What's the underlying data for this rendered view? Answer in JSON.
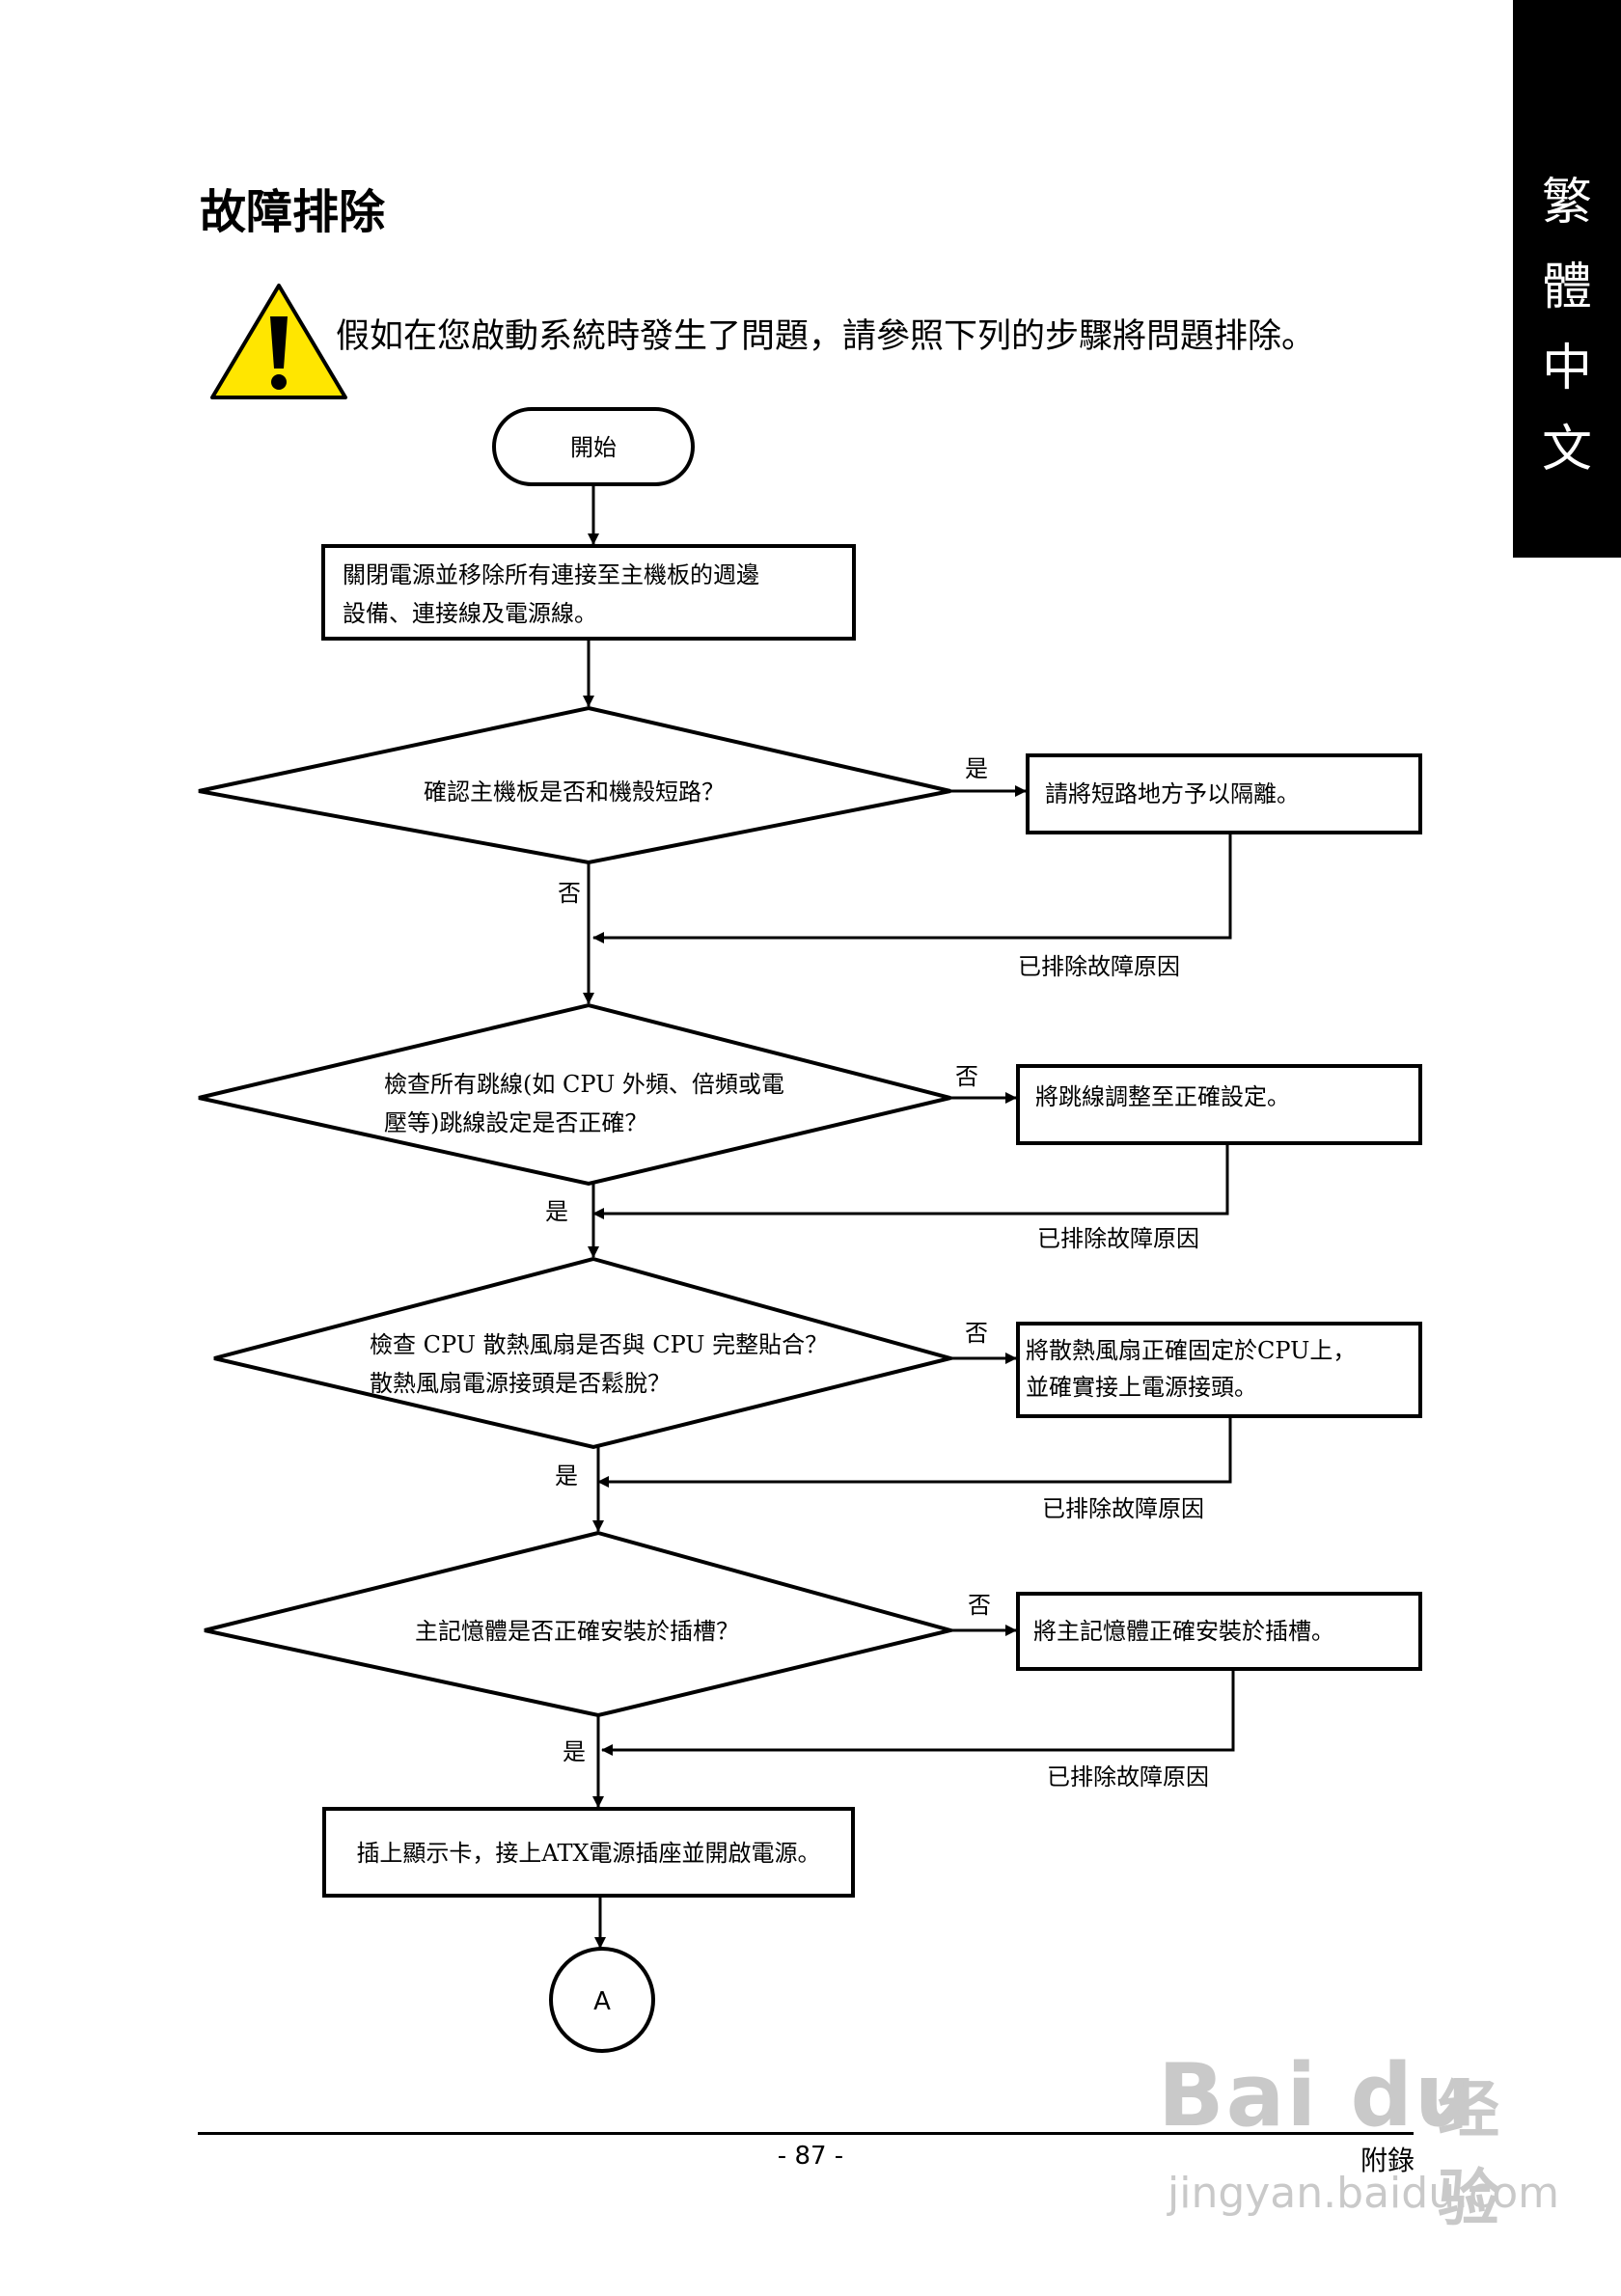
{
  "side_tab": [
    "繁",
    "體",
    "中",
    "文"
  ],
  "title": "故障排除",
  "intro": "假如在您啟動系統時發生了問題，請參照下列的步驟將問題排除。",
  "flow": {
    "start": "開始",
    "step1": [
      "關閉電源並移除所有連接至主機板的週邊",
      "設備、連接線及電源線。"
    ],
    "q1": "確認主機板是否和機殼短路？",
    "q1_yes": "是",
    "q1_no": "否",
    "a1": "請將短路地方予以隔離。",
    "fixed1": "已排除故障原因",
    "q2": [
      "檢查所有跳線(如 CPU 外頻、倍頻或電",
      "壓等)跳線設定是否正確？"
    ],
    "q2_no": "否",
    "q2_yes": "是",
    "a2": "將跳線調整至正確設定。",
    "fixed2": "已排除故障原因",
    "q3": [
      "檢查 CPU 散熱風扇是否與 CPU 完整貼合？",
      "散熱風扇電源接頭是否鬆脫？"
    ],
    "q3_no": "否",
    "q3_yes": "是",
    "a3": [
      "將散熱風扇正確固定於CPU上，",
      "並確實接上電源接頭。"
    ],
    "fixed3": "已排除故障原因",
    "q4": "主記憶體是否正確安裝於插槽？",
    "q4_no": "否",
    "q4_yes": "是",
    "a4": "將主記憶體正確安裝於插槽。",
    "fixed4": "已排除故障原因",
    "step2": "插上顯示卡，接上ATX電源插座並開啟電源。",
    "connector": "A"
  },
  "footer": {
    "page_number": "- 87 -",
    "section": "附錄"
  },
  "watermark": {
    "logo": "Bai du",
    "cn": "经验",
    "url": "jingyan.baidu.com"
  },
  "colors": {
    "warning_fill": "#FFE600",
    "side_tab_bg": "#000000"
  }
}
